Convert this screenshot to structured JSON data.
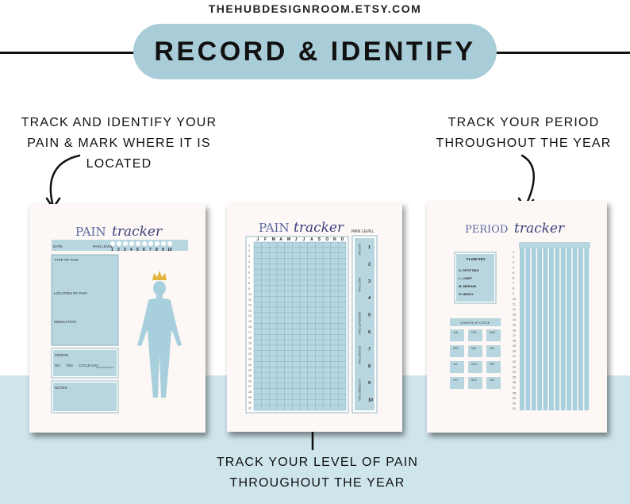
{
  "site": "THEHUBDESIGNROOM.ETSY.COM",
  "banner": "RECORD & IDENTIFY",
  "captions": {
    "left": [
      "TRACK AND IDENTIFY YOUR",
      "PAIN & MARK WHERE IT IS",
      "LOCATED"
    ],
    "right": [
      "TRACK YOUR PERIOD",
      "THROUGHOUT THE YEAR"
    ],
    "bottom": [
      "TRACK YOUR LEVEL OF PAIN",
      "THROUGHOUT THE YEAR"
    ]
  },
  "colors": {
    "accent": "#a8ccd8",
    "band": "#cfe5ec",
    "sheet_fill": "#b7d6df",
    "title": "#3a3f7a",
    "crown": "#e3b640"
  },
  "pain_sheet": {
    "title_a": "PAIN",
    "title_b": "tracker",
    "date_label": "DATE",
    "pain_level_label": "PAIN LEVEL",
    "levels": [
      "1",
      "2",
      "3",
      "4",
      "5",
      "6",
      "7",
      "8",
      "9",
      "10"
    ],
    "type_label": "TYPE OF PAIN",
    "location_label": "LOCATION OF PAIN",
    "medication_label": "MEDICATION",
    "period_label": "PERIOD",
    "no_label": "NO",
    "yes_label": "YES",
    "cycle_label": "CYCLE DAY",
    "notes_label": "NOTES"
  },
  "year_sheet": {
    "title_a": "PAIN",
    "title_b": "tracker",
    "pain_level_label": "PAIN LEVEL",
    "months": [
      "J",
      "F",
      "M",
      "A",
      "M",
      "J",
      "J",
      "A",
      "S",
      "O",
      "N",
      "D"
    ],
    "scale": [
      {
        "n": "1",
        "label": "NO PAIN"
      },
      {
        "n": "2",
        "label": ""
      },
      {
        "n": "3",
        "label": "MILD PAIN"
      },
      {
        "n": "4",
        "label": ""
      },
      {
        "n": "5",
        "label": "MODERATE PAIN"
      },
      {
        "n": "6",
        "label": ""
      },
      {
        "n": "7",
        "label": "SEVERE PAIN"
      },
      {
        "n": "8",
        "label": ""
      },
      {
        "n": "9",
        "label": "EXTREME PAIN"
      },
      {
        "n": "10",
        "label": ""
      }
    ]
  },
  "period_sheet": {
    "title_a": "PERIOD",
    "title_b": "tracker",
    "flow_key_title": "FLOW KEY",
    "flow_keys": [
      "S: SPOTTING",
      "L: LIGHT",
      "M: MEDIUM",
      "H: HEAVY"
    ],
    "cycle_title": "LENGTH OF CYCLE",
    "cycle_months": [
      "JAN",
      "FEB",
      "MAR",
      "APR",
      "MAY",
      "JUN",
      "JUL",
      "AUG",
      "SEP",
      "OCT",
      "NOV",
      "DEC"
    ]
  }
}
